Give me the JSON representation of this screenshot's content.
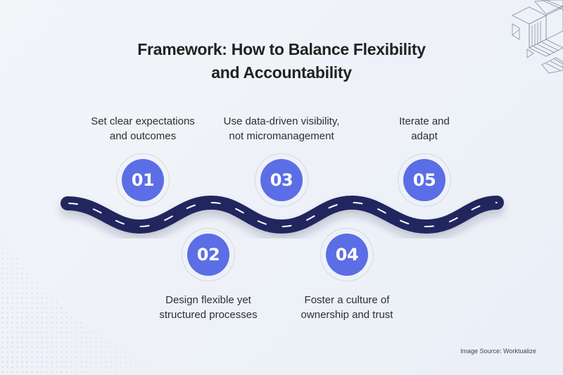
{
  "title": {
    "line1": "Framework: How to Balance Flexibility",
    "line2": "and Accountability"
  },
  "steps": [
    {
      "number": "01",
      "line1": "Set clear expectations",
      "line2": "and outcomes",
      "position": "top"
    },
    {
      "number": "02",
      "line1": "Design flexible yet",
      "line2": "structured processes",
      "position": "bottom"
    },
    {
      "number": "03",
      "line1": "Use data-driven visibility,",
      "line2": "not micromanagement",
      "position": "top"
    },
    {
      "number": "04",
      "line1": "Foster a culture of",
      "line2": "ownership and trust",
      "position": "bottom"
    },
    {
      "number": "05",
      "line1": "Iterate and",
      "line2": "adapt",
      "position": "top"
    }
  ],
  "source": "Image Source: Worktualize",
  "colors": {
    "circle": "#5b6ee6",
    "road": "#23265f",
    "road_dash": "#ffffff",
    "text": "#2b2b2b",
    "background": "#f0f3f8"
  },
  "icons": {
    "decor_top_right": "isometric-cubes-icon",
    "decor_bottom_left": "halftone-dots-pattern"
  }
}
